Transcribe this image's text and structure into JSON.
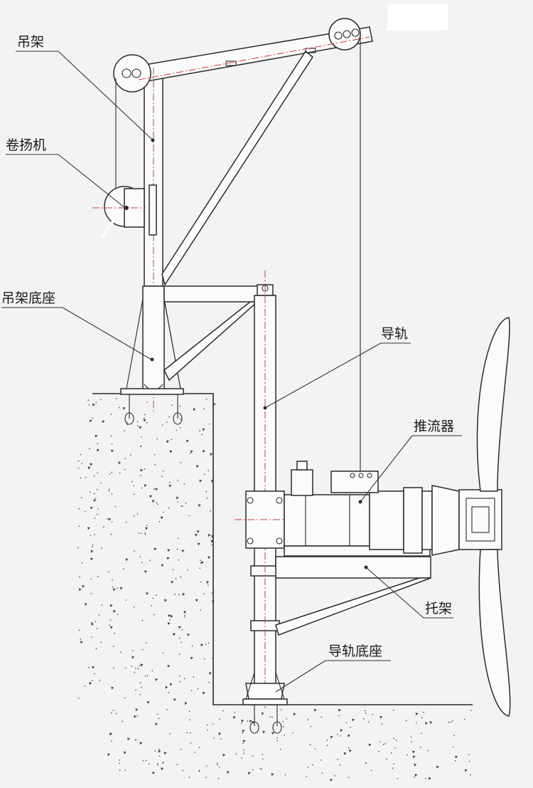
{
  "labels": {
    "hoist_frame": "吊架",
    "winch": "卷扬机",
    "hoist_base": "吊架底座",
    "guide_rail": "导轨",
    "mixer": "推流器",
    "bracket": "托架",
    "rail_base": "导轨底座"
  },
  "colors": {
    "line": "#2b2b2b",
    "center_line": "#d23a3a",
    "ground_dots": "#444444",
    "background": "#f3f3f3"
  }
}
